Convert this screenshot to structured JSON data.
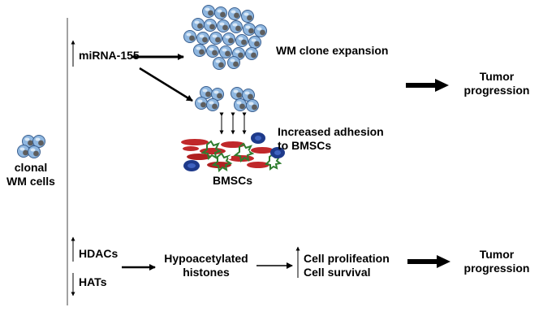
{
  "left": {
    "line1": "clonal",
    "line2": "WM cells"
  },
  "top": {
    "mirna": "miRNA-155",
    "expansion": "WM clone expansion",
    "adhesion_line1": "Increased adhesion",
    "adhesion_line2": "to BMSCs",
    "bmscs": "BMSCs",
    "outcome_line1": "Tumor",
    "outcome_line2": "progression"
  },
  "bottom": {
    "hdacs": "HDACs",
    "hats": "HATs",
    "hypo_line1": "Hypoacetylated",
    "hypo_line2": "histones",
    "cell_line1": "Cell prolifeation",
    "cell_line2": "Cell survival",
    "outcome_line1": "Tumor",
    "outcome_line2": "progression"
  },
  "colors": {
    "cell_fill": "#8fb7e0",
    "cell_nucleus": "#606060",
    "stromal_red": "#c0282a",
    "stromal_green": "#2f7d2f",
    "stromal_blue": "#1e3a8a"
  }
}
